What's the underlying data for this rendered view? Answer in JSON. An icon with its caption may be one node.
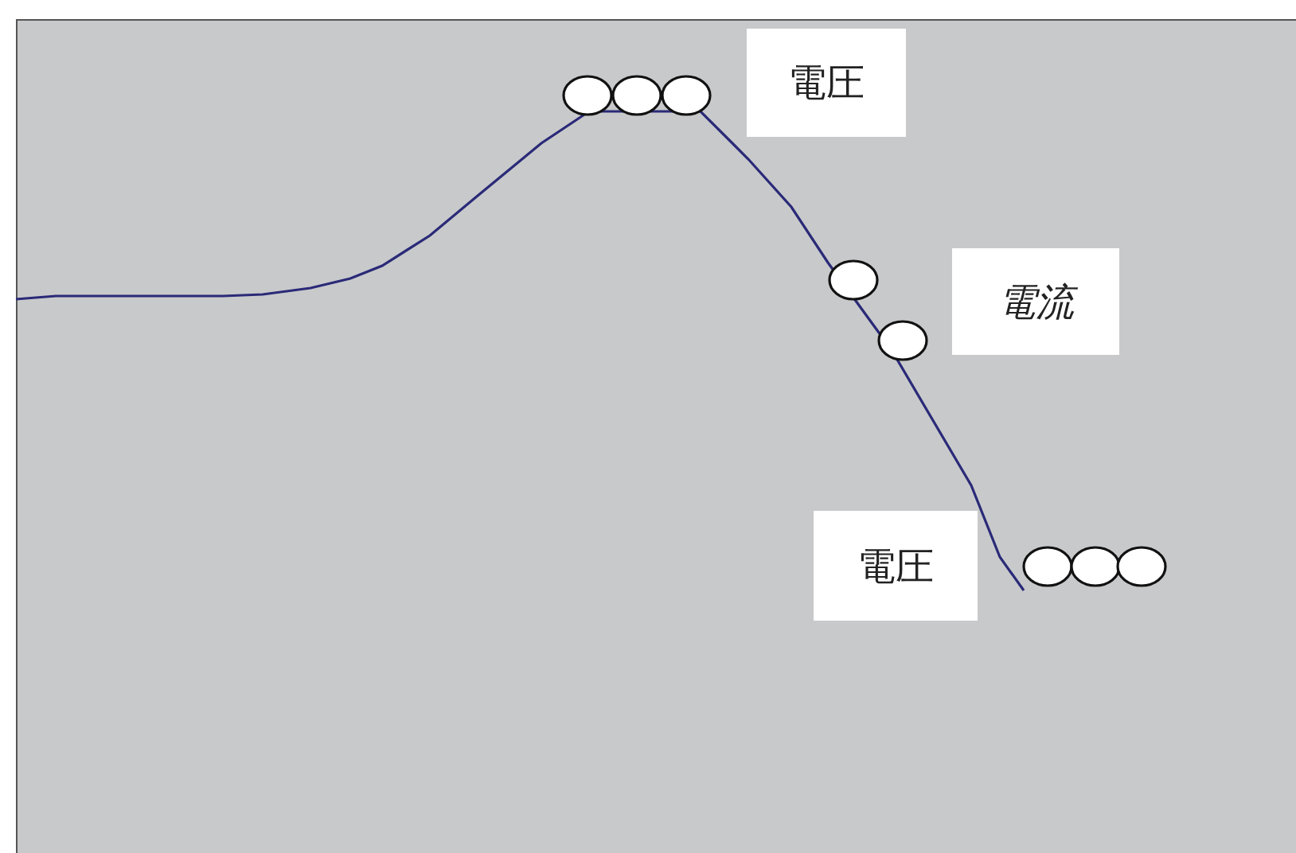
{
  "diagram": {
    "nodes": [
      {
        "text": [
          "電圧"
        ]
      },
      {
        "text": [
          "電流"
        ]
      },
      {
        "text": [
          "電圧"
        ]
      }
    ]
  }
}
